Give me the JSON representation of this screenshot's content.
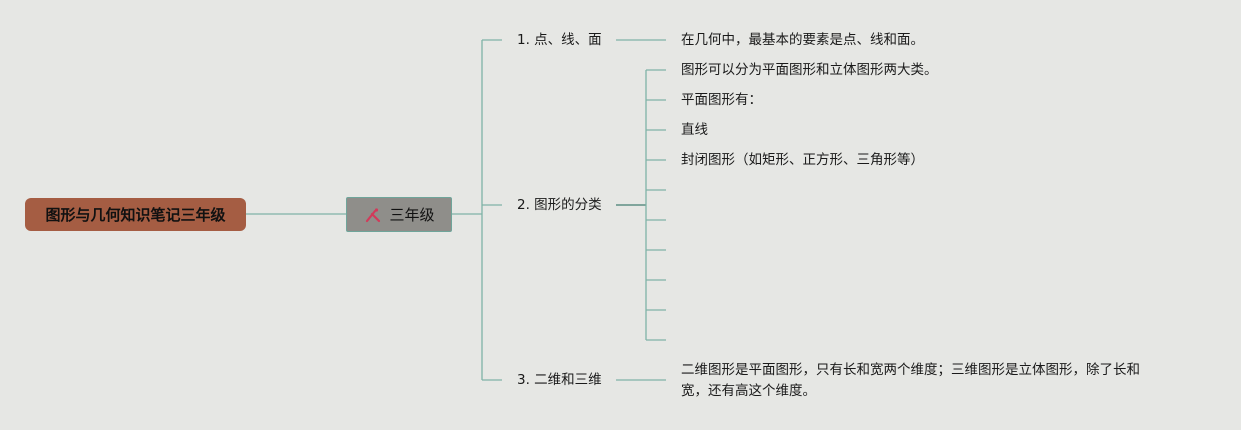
{
  "root": {
    "label": "图形与几何知识笔记三年级"
  },
  "level1": {
    "label": "三年级",
    "icon": "pencil-ruler-icon"
  },
  "branches": [
    {
      "label": "1. 点、线、面",
      "notes": [
        "在几何中，最基本的要素是点、线和面。"
      ]
    },
    {
      "label": "2. 图形的分类",
      "notes": [
        "图形可以分为平面图形和立体图形两大类。",
        "平面图形有：",
        "直线",
        "封闭图形（如矩形、正方形、三角形等）",
        "",
        "",
        "",
        "",
        "",
        ""
      ]
    },
    {
      "label": "3. 二维和三维",
      "notes": [
        "二维图形是平面图形，只有长和宽两个维度；三维图形是立体图形，除了长和",
        "宽，还有高这个维度。"
      ]
    }
  ],
  "colors": {
    "line": "#7fb3a6",
    "root": "#a55d43",
    "level1": "#8f8e8a",
    "background": "#e6e7e4"
  }
}
